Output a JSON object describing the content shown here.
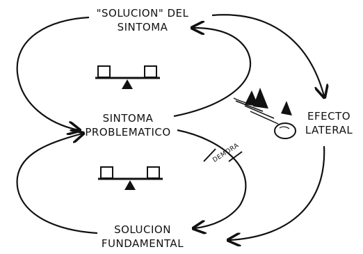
{
  "nodes": {
    "symptom_solution": {
      "line1": "\"SOLUCION\" DEL",
      "line2": "SINTOMA"
    },
    "problem_symptom": {
      "line1": "SINTOMA",
      "line2": "PROBLEMATICO"
    },
    "fundamental_solution": {
      "line1": "SOLUCION",
      "line2": "FUNDAMENTAL"
    },
    "side_effect": {
      "line1": "EFECTO",
      "line2": "LATERAL"
    }
  },
  "delay_label": "DEMORA",
  "loops": [
    {
      "name": "upper-balancing-loop",
      "icon": "balance-scale-icon"
    },
    {
      "name": "lower-balancing-loop",
      "icon": "balance-scale-icon"
    }
  ],
  "decoration": {
    "icon": "snowball-hill-icon"
  },
  "colors": {
    "ink": "#111111",
    "background": "#ffffff"
  }
}
